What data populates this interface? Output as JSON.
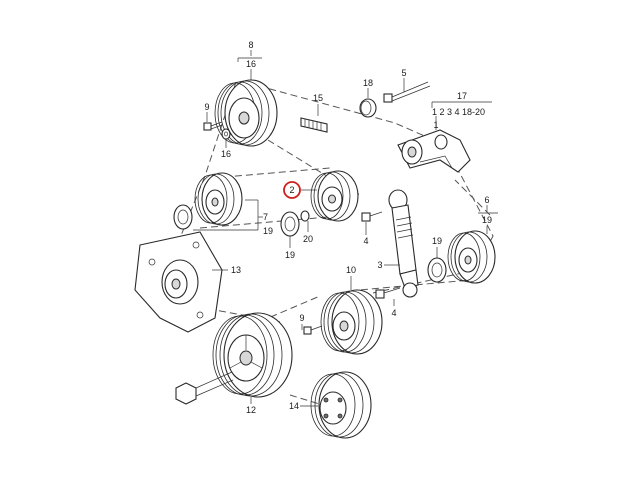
{
  "diagram": {
    "callouts": {
      "p1": "1",
      "p2": "2",
      "p3": "3",
      "p4a": "4",
      "p4b": "4",
      "p5": "5",
      "p6": "6",
      "p7": "7",
      "p8": "8",
      "p9a": "9",
      "p9b": "9",
      "p10": "10",
      "p12": "12",
      "p13": "13",
      "p14": "14",
      "p15": "15",
      "p16a": "16",
      "p16b": "16",
      "p17": "17",
      "p17sub": "1 2 3 4 18-20",
      "p18": "18",
      "p19a": "19",
      "p19b": "19",
      "p19c": "19",
      "p19d": "19",
      "p20": "20"
    },
    "highlight_color": "#cc1f1f",
    "line_color": "#2a2a2a"
  }
}
